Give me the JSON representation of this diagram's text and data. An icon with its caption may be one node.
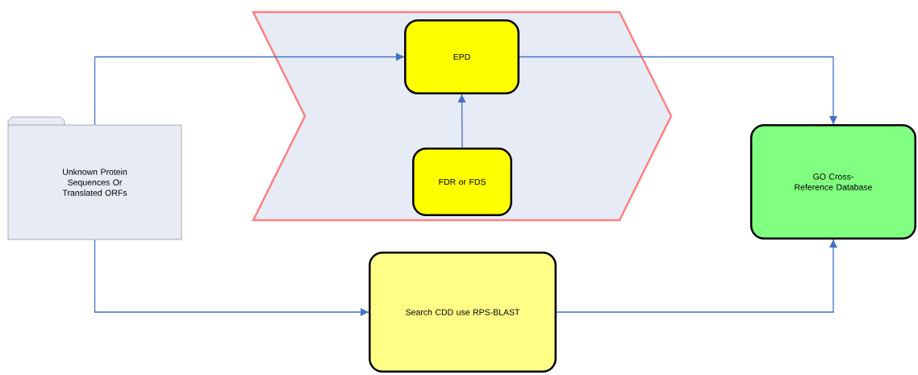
{
  "diagram": {
    "nodes": [
      {
        "text": [
          "Unknown Protein Sequences Or Translated ORFs"
        ]
      },
      {
        "text": [],
        "shape": "chevron"
      },
      {
        "text": [
          "EPD"
        ],
        "in": 1
      },
      {
        "text": [
          "FDR or FDS"
        ],
        "in": 1
      },
      {
        "text": [
          "Search CDD use RPS-BLAST"
        ]
      },
      {
        "text": [
          "GO Cross-Reference Database"
        ]
      }
    ],
    "edges": [
      {
        "from": 0,
        "to": 2,
        "arrow": "to"
      },
      {
        "from": 3,
        "to": 2,
        "arrow": "to"
      },
      {
        "from": 2,
        "to": 5,
        "arrow": "to"
      },
      {
        "from": 0,
        "to": 4,
        "arrow": "to"
      },
      {
        "from": 4,
        "to": 5,
        "arrow": "to"
      }
    ]
  }
}
